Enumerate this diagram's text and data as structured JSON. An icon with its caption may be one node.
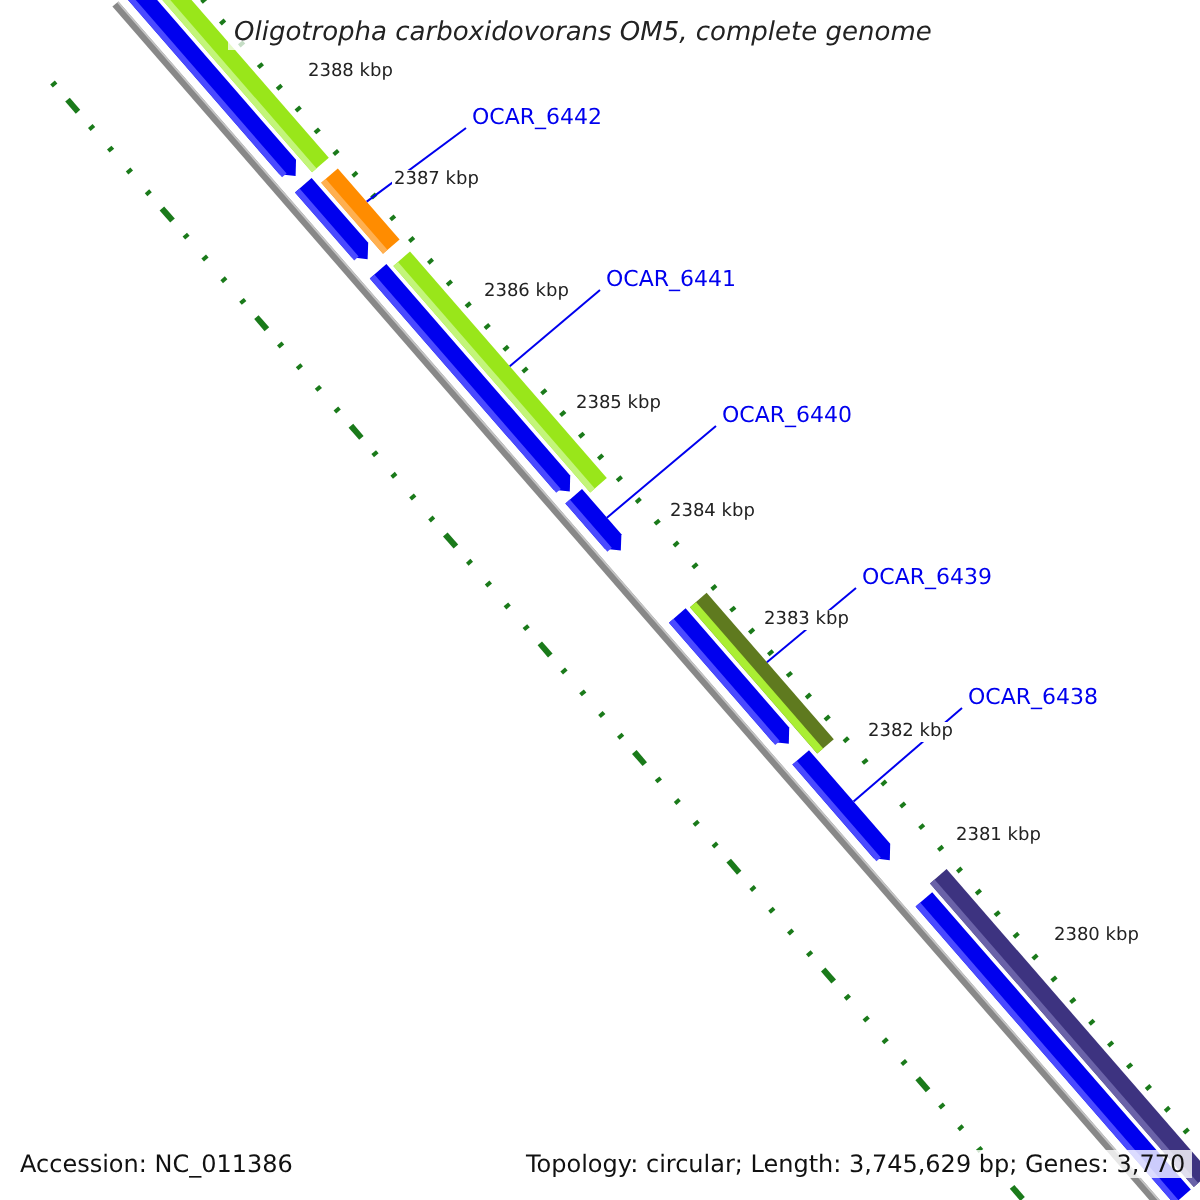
{
  "diagram": {
    "title": "Oligotropha carboxidovorans OM5, complete genome",
    "nodes": [
      {
        "text": [
          "OCAR_6442"
        ]
      },
      {
        "text": [],
        "shape": "bar"
      },
      {
        "text": [
          "OCAR_6441"
        ]
      },
      {
        "text": [],
        "shape": "bar"
      },
      {
        "text": [
          "OCAR_6440"
        ]
      },
      {
        "text": [],
        "shape": "bar"
      },
      {
        "text": [
          "OCAR_6439"
        ]
      },
      {
        "text": [],
        "shape": "bar"
      },
      {
        "text": [
          "OCAR_6438"
        ]
      },
      {
        "text": [],
        "shape": "bar"
      }
    ],
    "edges": [
      {
        "from": 0,
        "to": 1,
        "arrow": "none"
      },
      {
        "from": 2,
        "to": 3,
        "arrow": "none"
      },
      {
        "from": 4,
        "to": 5,
        "arrow": "none"
      },
      {
        "from": 6,
        "to": 7,
        "arrow": "none"
      },
      {
        "from": 8,
        "to": 9,
        "arrow": "none"
      }
    ],
    "labels": [
      "2388 kbp",
      "2387 kbp",
      "2386 kbp",
      "2385 kbp",
      "2384 kbp",
      "2383 kbp",
      "2382 kbp",
      "2381 kbp",
      "2380 kbp",
      "Accession: NC_011386",
      "Topology: circular; Length: 3,745,629 bp; Genes: 3,770"
    ]
  }
}
